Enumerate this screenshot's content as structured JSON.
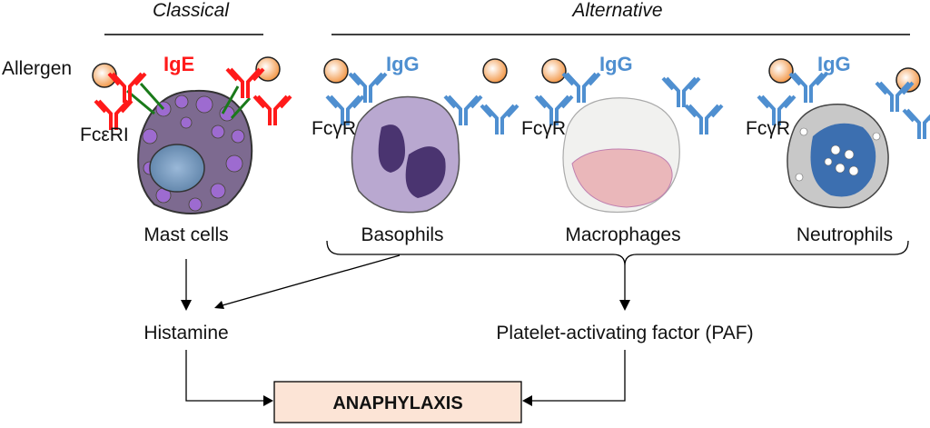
{
  "headers": {
    "classical": "Classical",
    "alternative": "Alternative"
  },
  "labels": {
    "allergen": "Allergen",
    "ige": "IgE",
    "igg": "IgG",
    "fceri": "FcεRI",
    "fcgr": "FcγR"
  },
  "cells": [
    "Mast cells",
    "Basophils",
    "Macrophages",
    "Neutrophils"
  ],
  "mediators": {
    "histamine": "Histamine",
    "paf": "Platelet-activating factor (PAF)"
  },
  "outcome": "ANAPHYLAXIS",
  "colors": {
    "ige": "#ff1a1a",
    "igg": "#4f8fd0",
    "outcome_box": "#fce4d6",
    "allergen": "#f5a05a"
  }
}
